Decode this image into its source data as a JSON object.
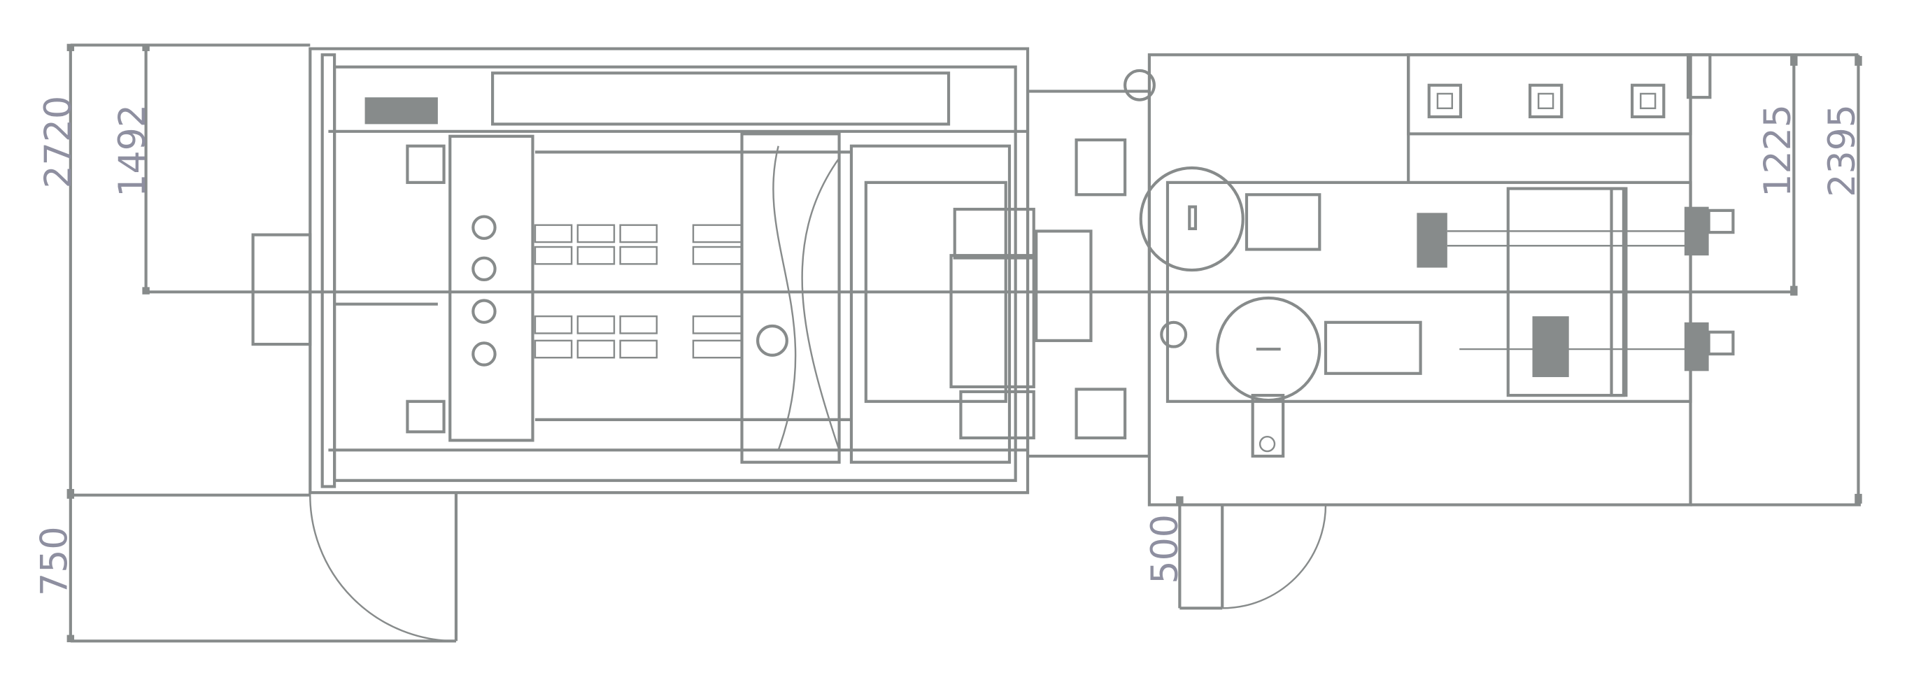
{
  "drawing": {
    "type": "machine layout plan view",
    "line_color": "#878b8b",
    "dimensions": {
      "overall_left": "2720",
      "center_left": "1492",
      "door_left": "750",
      "door_right": "500",
      "center_right": "1225",
      "overall_right": "2395"
    }
  }
}
